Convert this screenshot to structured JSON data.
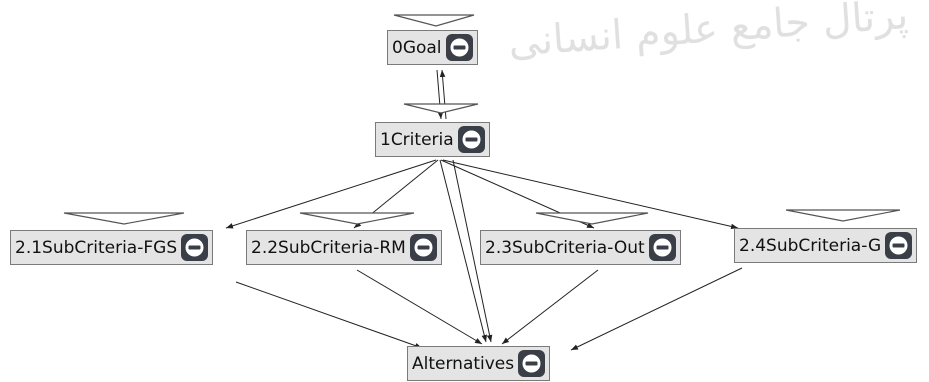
{
  "watermark": "پرتال جامع علوم انسانی",
  "icons": {
    "collapse": "minus-circle-icon"
  },
  "colors": {
    "node_fill": "#e4e4e4",
    "node_border": "#7a7a7a",
    "button": "#3a3f47",
    "edge": "#222222",
    "loop_fill": "#ffffff"
  },
  "nodes": {
    "goal": {
      "label": "0Goal"
    },
    "criteria": {
      "label": "1Criteria"
    },
    "sub1": {
      "label": "2.1SubCriteria-FGS"
    },
    "sub2": {
      "label": "2.2SubCriteria-RM"
    },
    "sub3": {
      "label": "2.3SubCriteria-Out"
    },
    "sub4": {
      "label": "2.4SubCriteria-G"
    },
    "alternatives": {
      "label": "Alternatives"
    }
  }
}
